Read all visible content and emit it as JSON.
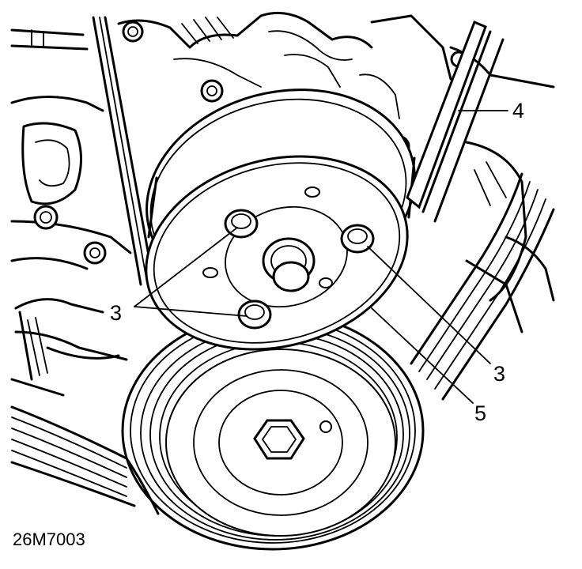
{
  "figure": {
    "reference": "26M7003",
    "callouts": [
      {
        "id": "bolt-left",
        "label": "3"
      },
      {
        "id": "bolt-right",
        "label": "3"
      },
      {
        "id": "belt",
        "label": "4"
      },
      {
        "id": "pulley",
        "label": "5"
      }
    ]
  },
  "colors": {
    "ink": "#000000",
    "paper": "#ffffff"
  }
}
